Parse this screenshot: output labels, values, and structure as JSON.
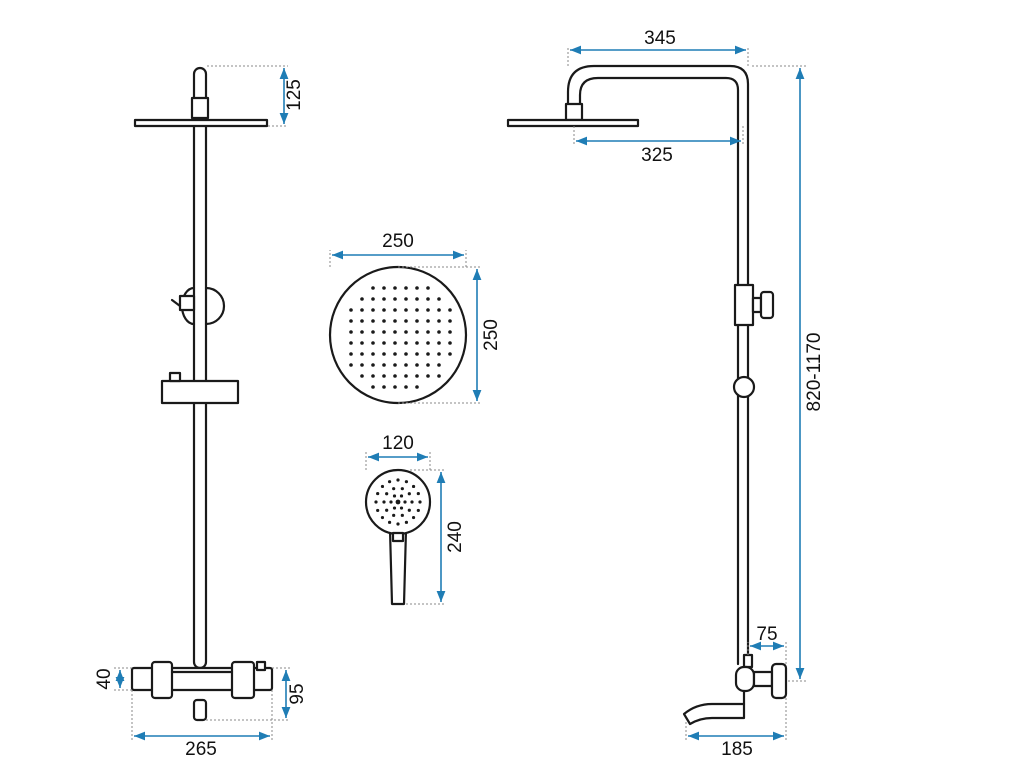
{
  "colors": {
    "outline": "#1a1a1a",
    "dimension_line": "#1f7db5",
    "extension_line": "#888888",
    "background": "#ffffff"
  },
  "dimensions": {
    "front_top_height": "125",
    "front_total_width": "265",
    "front_valve_height": "40",
    "front_valve_depth": "95",
    "side_arm_reach": "345",
    "side_head_offset": "325",
    "side_total_height": "820-1170",
    "side_spout_depth": "185",
    "side_valve_offset": "75",
    "head_width": "250",
    "head_height": "250",
    "hand_width": "120",
    "hand_length": "240"
  }
}
